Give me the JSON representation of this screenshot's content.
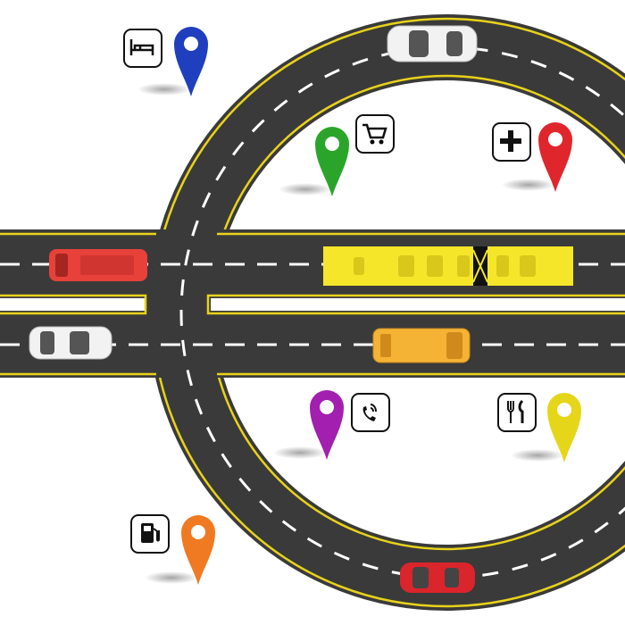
{
  "colors": {
    "asphalt": "#3a3a3a",
    "edge_line": "#e8d21a",
    "lane_dash": "#ffffff",
    "background": "#ffffff"
  },
  "vehicles": [
    {
      "kind": "car",
      "color": "#f2f2f2",
      "direction": "right"
    },
    {
      "kind": "van",
      "color": "#e8413a",
      "direction": "left"
    },
    {
      "kind": "car",
      "color": "#f2f2f2",
      "direction": "left"
    },
    {
      "kind": "articulated-bus",
      "color": "#f5e62a",
      "direction": "right"
    },
    {
      "kind": "bus",
      "color": "#f5b335",
      "direction": "right"
    },
    {
      "kind": "car",
      "color": "#d9252b",
      "direction": "left"
    }
  ],
  "pins": [
    {
      "name": "hotel",
      "icon": "bed-icon",
      "color": "#1f3fbf"
    },
    {
      "name": "shop",
      "icon": "shopping-cart-icon",
      "color": "#2aa52a"
    },
    {
      "name": "hospital",
      "icon": "plus-icon",
      "color": "#e0262d"
    },
    {
      "name": "phone",
      "icon": "phone-icon",
      "color": "#a21fb0"
    },
    {
      "name": "restaurant",
      "icon": "fork-knife-icon",
      "color": "#e6d61a"
    },
    {
      "name": "fuel",
      "icon": "fuel-pump-icon",
      "color": "#f07a22"
    }
  ]
}
